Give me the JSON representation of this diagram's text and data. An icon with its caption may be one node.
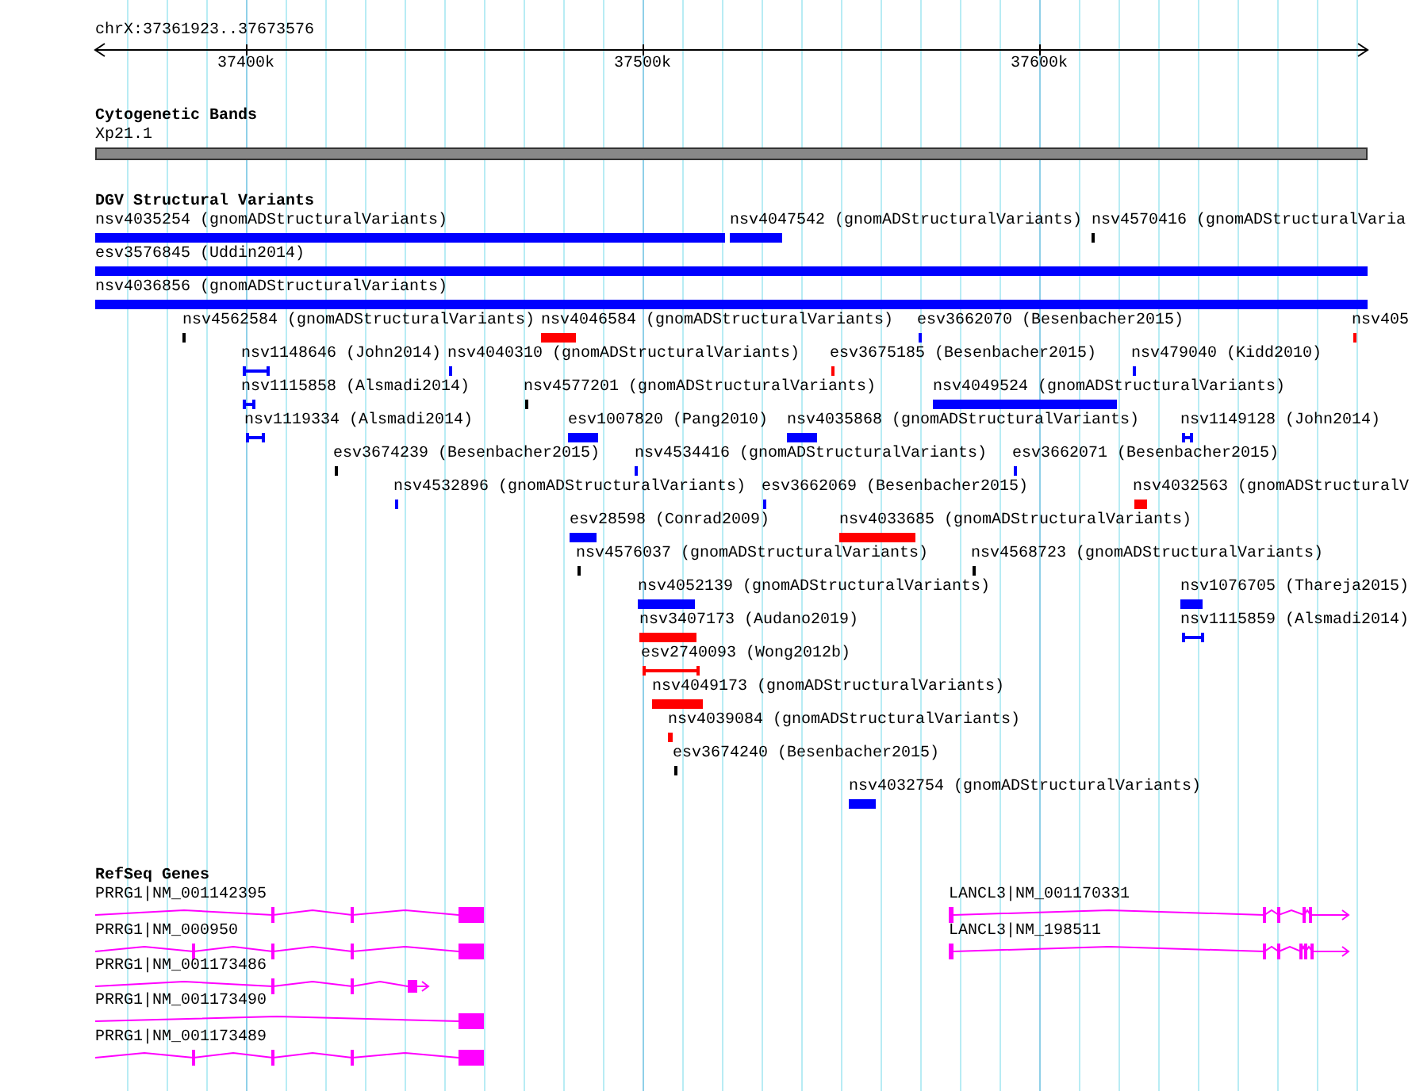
{
  "diagram": {
    "labels": [
      "chrX:37361923..37673576",
      "37400k",
      "37500k",
      "37600k",
      "Cytogenetic Bands",
      "DGV Structural Variants",
      "RefSeq Genes"
    ],
    "nodes": [
      {
        "text": [
          "Xp21.1"
        ]
      },
      {
        "text": [
          "nsv4035254 (gnomADStructuralVariants)"
        ]
      },
      {
        "text": [
          "nsv4047542 (gnomADStructuralVariants)"
        ]
      },
      {
        "text": [
          "nsv4570416 (gnomADStructuralVaria"
        ]
      },
      {
        "text": [
          "esv3576845 (Uddin2014)"
        ]
      },
      {
        "text": [
          "nsv4036856 (gnomADStructuralVariants)"
        ]
      },
      {
        "text": [
          "nsv4562584 (gnomADStructuralVariants)"
        ]
      },
      {
        "text": [
          "nsv4046584 (gnomADStructuralVariants)"
        ]
      },
      {
        "text": [
          "esv3662070 (Besenbacher2015)"
        ]
      },
      {
        "text": [
          "nsv405"
        ]
      },
      {
        "text": [
          "nsv1148646 (John2014)"
        ]
      },
      {
        "text": [
          "nsv4040310 (gnomADStructuralVariants)"
        ]
      },
      {
        "text": [
          "esv3675185 (Besenbacher2015)"
        ]
      },
      {
        "text": [
          "nsv479040 (Kidd2010)"
        ]
      },
      {
        "text": [
          "nsv1115858 (Alsmadi2014)"
        ]
      },
      {
        "text": [
          "nsv4577201 (gnomADStructuralVariants)"
        ]
      },
      {
        "text": [
          "nsv4049524 (gnomADStructuralVariants)"
        ]
      },
      {
        "text": [
          "nsv1119334 (Alsmadi2014)"
        ]
      },
      {
        "text": [
          "esv1007820 (Pang2010)"
        ]
      },
      {
        "text": [
          "nsv4035868 (gnomADStructuralVariants)"
        ]
      },
      {
        "text": [
          "nsv1149128 (John2014)"
        ]
      },
      {
        "text": [
          "esv3674239 (Besenbacher2015)"
        ]
      },
      {
        "text": [
          "nsv4534416 (gnomADStructuralVariants)"
        ]
      },
      {
        "text": [
          "esv3662071 (Besenbacher2015)"
        ]
      },
      {
        "text": [
          "nsv4532896 (gnomADStructuralVariants)"
        ]
      },
      {
        "text": [
          "esv3662069 (Besenbacher2015)"
        ]
      },
      {
        "text": [
          "nsv4032563 (gnomADStructuralV"
        ]
      },
      {
        "text": [
          "esv28598 (Conrad2009)"
        ]
      },
      {
        "text": [
          "nsv4033685 (gnomADStructuralVariants)"
        ]
      },
      {
        "text": [
          "nsv4576037 (gnomADStructuralVariants)"
        ]
      },
      {
        "text": [
          "nsv4568723 (gnomADStructuralVariants)"
        ]
      },
      {
        "text": [
          "nsv4052139 (gnomADStructuralVariants)"
        ]
      },
      {
        "text": [
          "nsv1076705 (Thareja2015)"
        ]
      },
      {
        "text": [
          "nsv3407173 (Audano2019)"
        ]
      },
      {
        "text": [
          "nsv1115859 (Alsmadi2014)"
        ]
      },
      {
        "text": [
          "esv2740093 (Wong2012b)"
        ]
      },
      {
        "text": [
          "nsv4049173 (gnomADStructuralVariants)"
        ]
      },
      {
        "text": [
          "nsv4039084 (gnomADStructuralVariants)"
        ]
      },
      {
        "text": [
          "esv3674240 (Besenbacher2015)"
        ]
      },
      {
        "text": [
          "nsv4032754 (gnomADStructuralVariants)"
        ]
      },
      {
        "text": [
          "PRRG1|NM_001142395"
        ]
      },
      {
        "text": [
          "LANCL3|NM_001170331"
        ]
      },
      {
        "text": [
          "PRRG1|NM_000950"
        ]
      },
      {
        "text": [
          "LANCL3|NM_198511"
        ]
      },
      {
        "text": [
          "PRRG1|NM_001173486"
        ]
      },
      {
        "text": [
          "PRRG1|NM_001173490"
        ]
      },
      {
        "text": [
          "PRRG1|NM_001173489"
        ]
      }
    ]
  }
}
